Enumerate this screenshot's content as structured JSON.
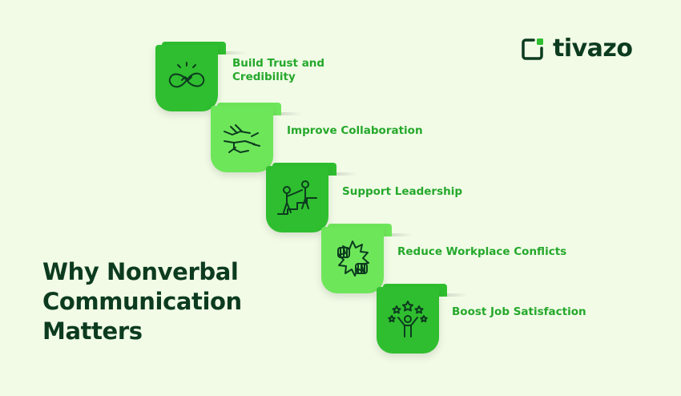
{
  "brand": {
    "name": "tivazo",
    "accent": "#2fbe2f",
    "dark": "#0c3b1f"
  },
  "headline": {
    "lines": [
      "Why Nonverbal",
      "Communication",
      "Matters"
    ]
  },
  "steps": [
    {
      "label_lines": [
        "Build Trust and",
        "Credibility"
      ],
      "icon": "infinity-handshake-icon",
      "shade": "dark"
    },
    {
      "label_lines": [
        "Improve Collaboration"
      ],
      "icon": "stacked-hands-icon",
      "shade": "light"
    },
    {
      "label_lines": [
        "Support Leadership"
      ],
      "icon": "helping-climb-icon",
      "shade": "dark"
    },
    {
      "label_lines": [
        "Reduce Workplace Conflicts"
      ],
      "icon": "clashing-fists-icon",
      "shade": "light"
    },
    {
      "label_lines": [
        "Boost Job Satisfaction"
      ],
      "icon": "stars-person-icon",
      "shade": "dark"
    }
  ]
}
